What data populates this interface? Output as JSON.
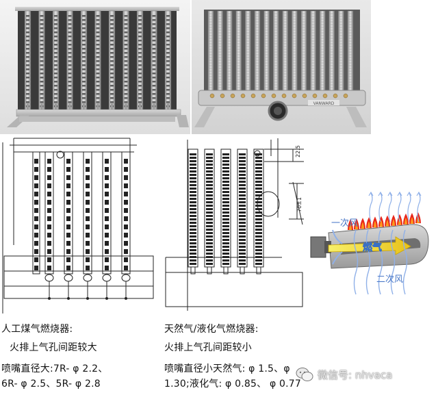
{
  "left_caption": {
    "title": "人工煤气燃烧器:",
    "subtitle": "火排上气孔间距较大",
    "nozzle_line1": "喷嘴直径大:7R- φ 2.2、",
    "nozzle_line2": "6R- φ 2.5、5R- φ 2.8"
  },
  "right_caption": {
    "title": "天然气/液化气燃烧器:",
    "subtitle": "火排上气孔间距较小",
    "nozzle_line1": "喷嘴直径小天然气: φ 1.5、φ",
    "nozzle_line2": "1.30;液化气: φ 0.85、 φ 0.77"
  },
  "schematic": {
    "primary_air": "一次风",
    "secondary_air": "二次风",
    "gas": "燃气"
  },
  "drawing_right": {
    "dim_top": "22.5",
    "dim_side": "70±1"
  },
  "photo_right": {
    "plate_text": "VANWARD"
  },
  "watermark": {
    "text": "微信号: nhvaca"
  },
  "colors": {
    "label_blue": "#4a78c8",
    "flame_orange": "#ff6a00",
    "flame_red": "#e8281c",
    "gas_arrow": "#f5e23a",
    "air_arrow": "#8fb0e8",
    "burner_body": "#b8b8b8"
  },
  "icons": {
    "watermark_icon": "wechat-icon"
  }
}
